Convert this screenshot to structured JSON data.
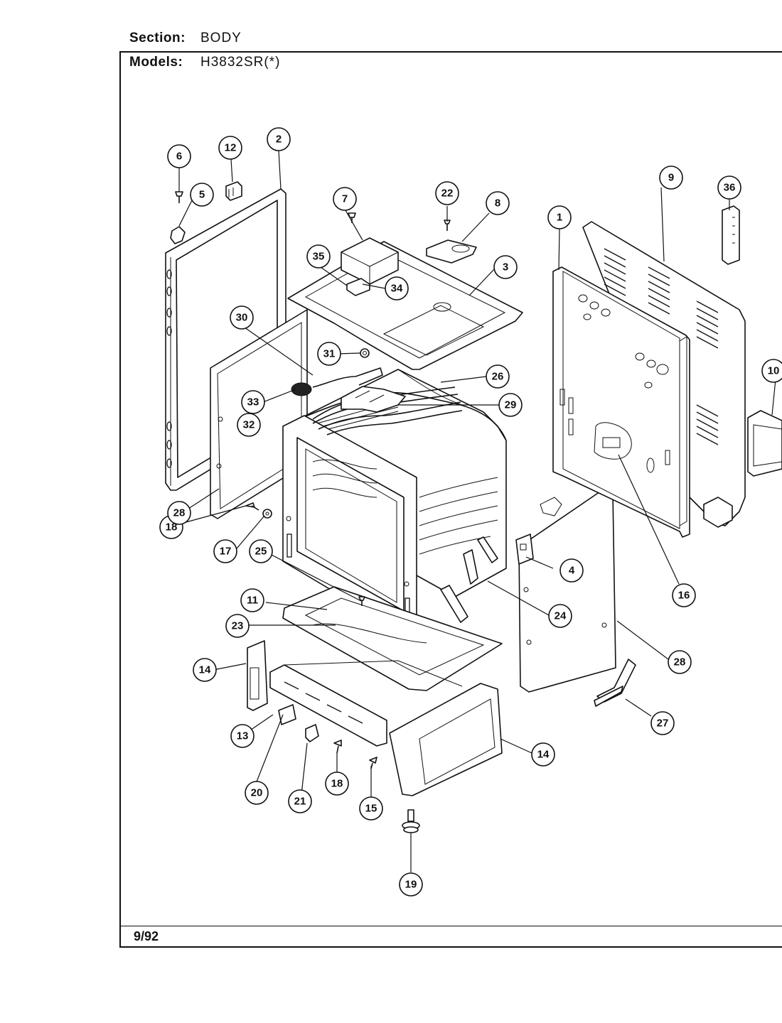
{
  "header": {
    "section_label": "Section:",
    "section_value": "BODY",
    "models_label": "Models:",
    "models_value": "H3832SR(*)"
  },
  "footer": {
    "date": "9/92"
  },
  "callouts": [
    "1",
    "2",
    "3",
    "4",
    "5",
    "6",
    "7",
    "8",
    "9",
    "10",
    "11",
    "12",
    "13",
    "14",
    "14",
    "15",
    "16",
    "17",
    "18",
    "18",
    "19",
    "20",
    "21",
    "22",
    "23",
    "24",
    "25",
    "26",
    "27",
    "28",
    "28",
    "29",
    "30",
    "31",
    "32",
    "33",
    "34",
    "35",
    "36"
  ]
}
